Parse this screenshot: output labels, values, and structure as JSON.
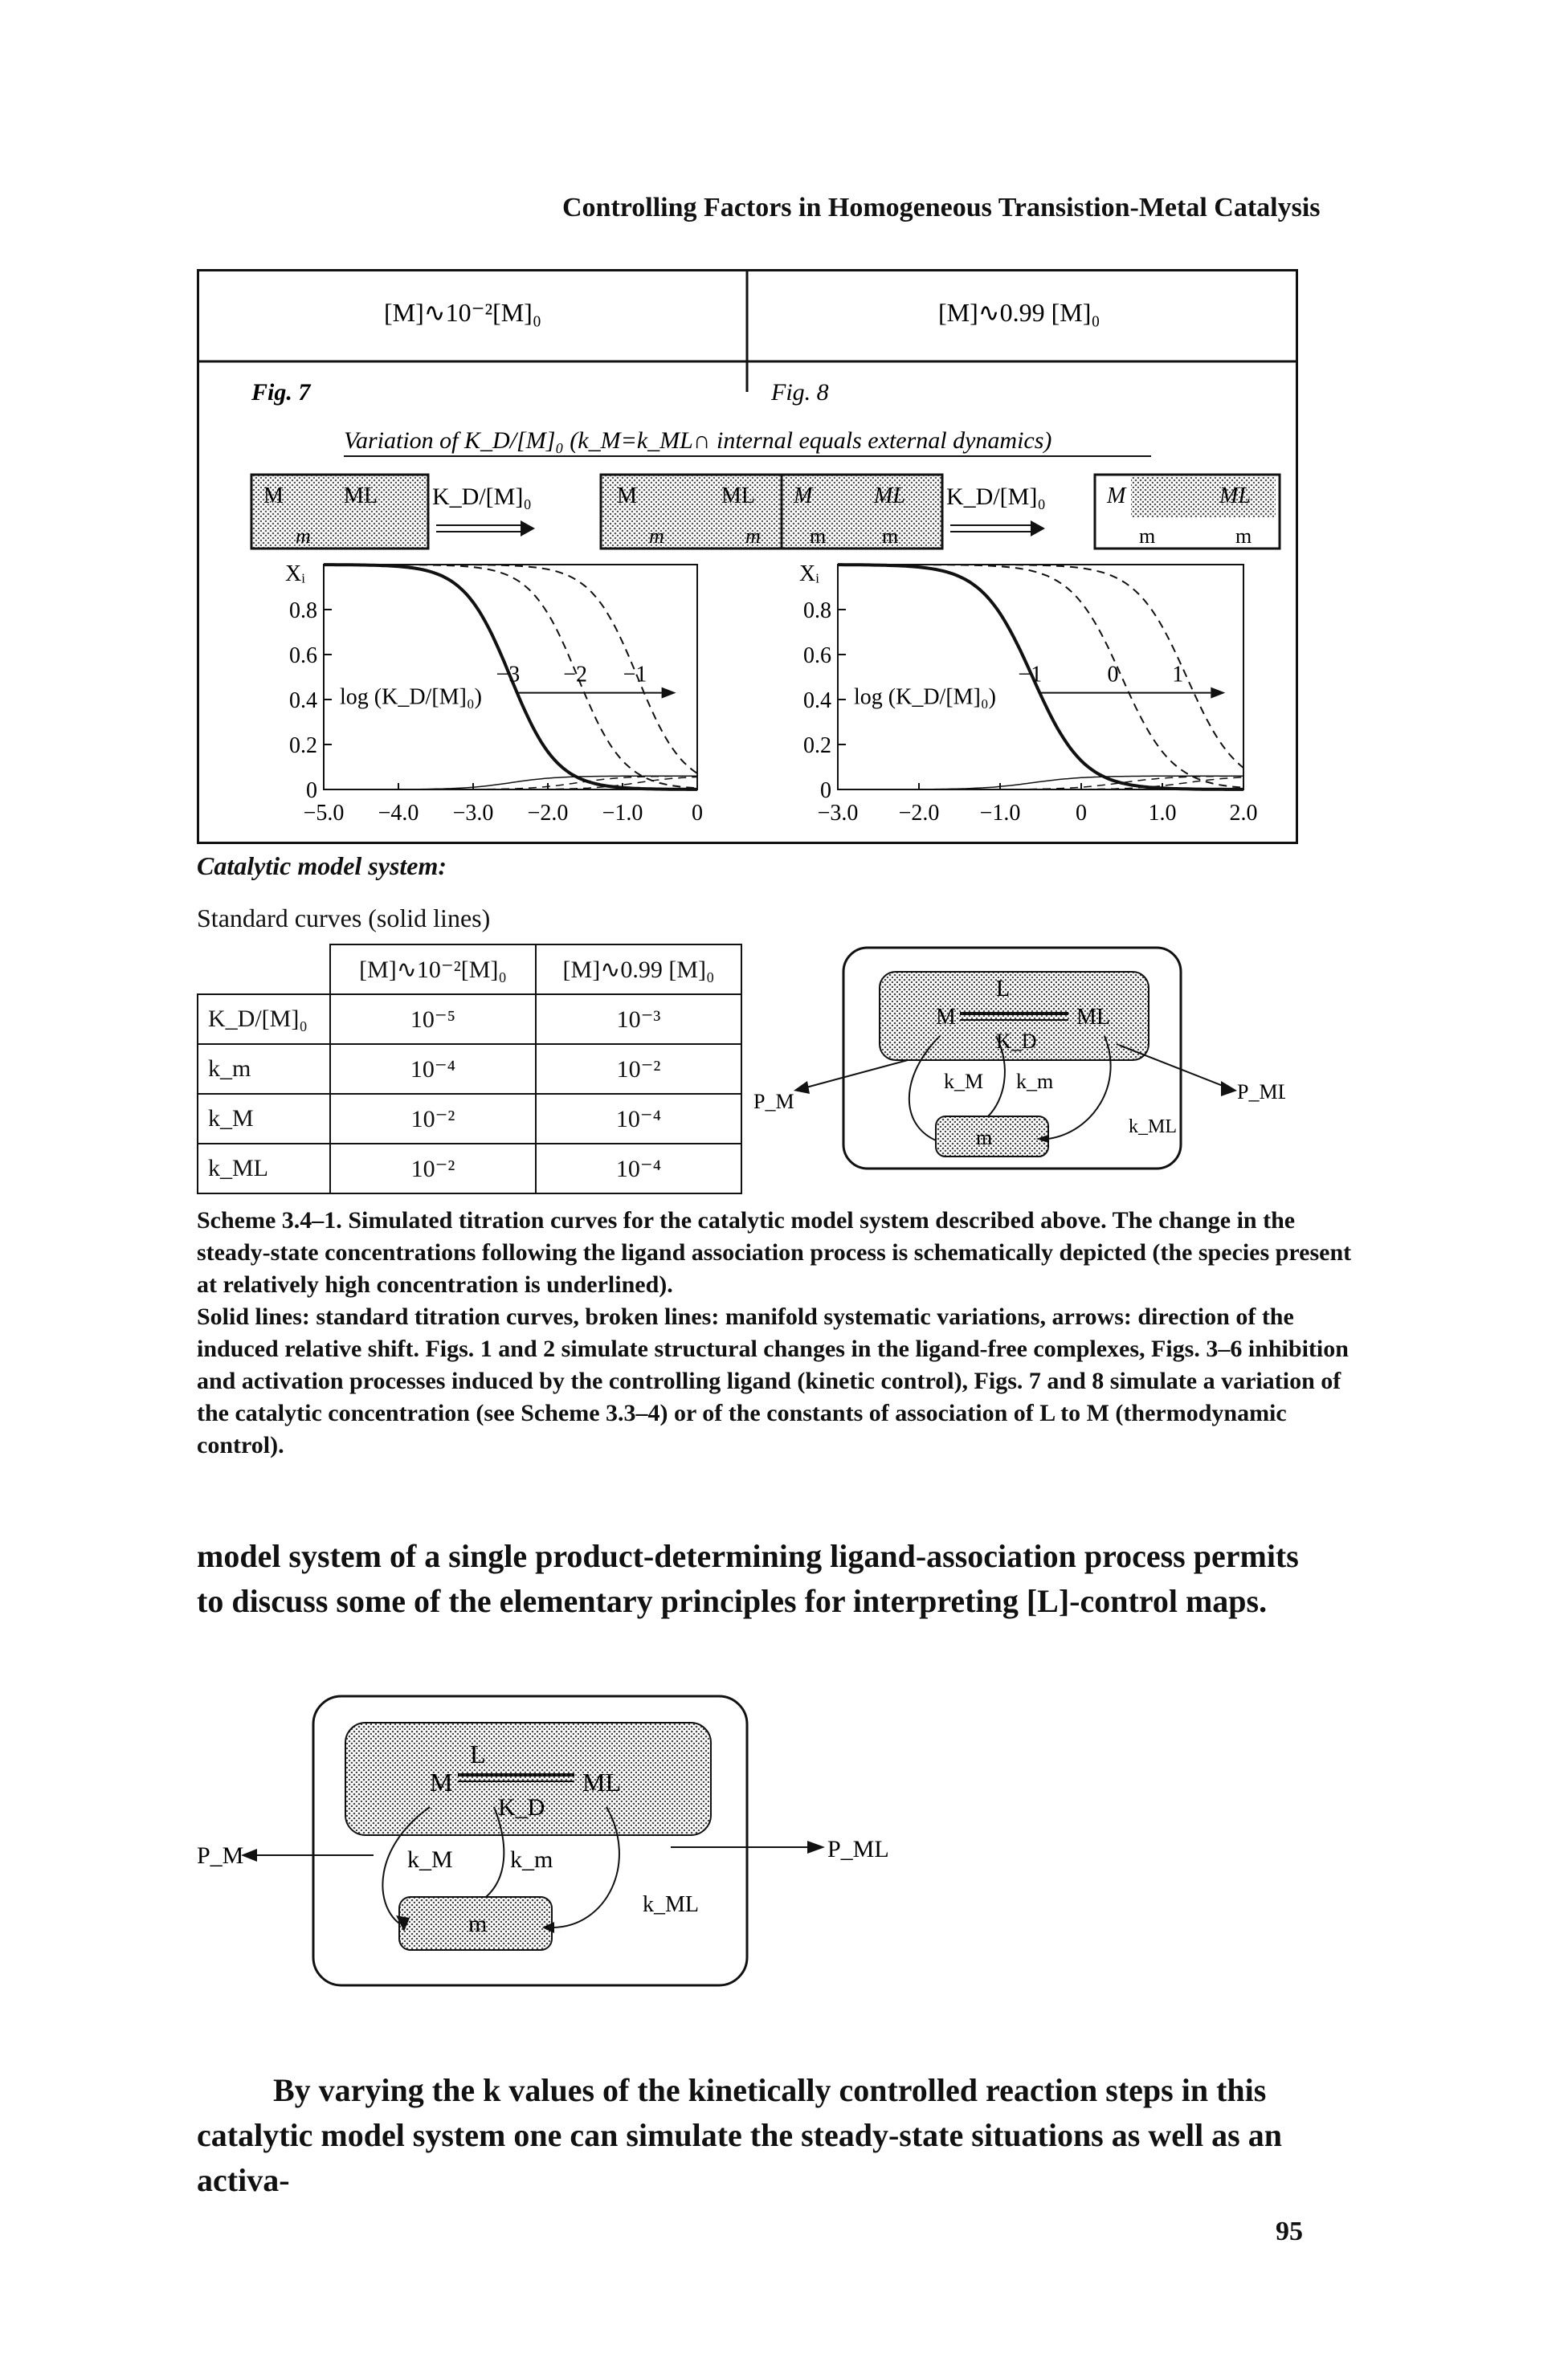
{
  "page": {
    "header": "Controlling Factors in Homogeneous Transistion-Metal Catalysis",
    "page_number": "95"
  },
  "figure": {
    "col_left_title": "[M]∿10⁻²[M]₀",
    "col_right_title": "[M]∿0.99 [M]₀",
    "fig7_label": "Fig. 7",
    "fig8_label": "Fig. 8",
    "variation_title": "Variation of K_D/[M]₀ (k_M=k_ML∩ internal equals external dynamics)",
    "schema_kd_label": "K_D/[M]₀",
    "schema_species": {
      "M": "M",
      "ML": "ML",
      "m": "m"
    },
    "left_plot": {
      "yaxis_label": "Xᵢ",
      "y_ticks": [
        "0.8",
        "0.6",
        "0.4",
        "0.2",
        "0"
      ],
      "x_ticks": [
        "−5.0",
        "−4.0",
        "−3.0",
        "−2.0",
        "−1.0",
        "0"
      ],
      "inner_label": "log (K_D/[M]₀)",
      "curve_labels": [
        "−3",
        "−2",
        "−1"
      ]
    },
    "right_plot": {
      "yaxis_label": "Xᵢ",
      "y_ticks": [
        "0.8",
        "0.6",
        "0.4",
        "0.2",
        "0"
      ],
      "x_ticks": [
        "−3.0",
        "−2.0",
        "−1.0",
        "0",
        "1.0",
        "2.0"
      ],
      "inner_label": "log (K_D/[M]₀)",
      "curve_labels": [
        "−1",
        "0",
        "1"
      ]
    }
  },
  "chart_data": [
    {
      "type": "line",
      "title": "Fig. 7",
      "xlabel": "",
      "ylabel": "Xᵢ",
      "xlim": [
        -5.0,
        0
      ],
      "ylim": [
        0,
        1.0
      ],
      "x_ticks": [
        -5.0,
        -4.0,
        -3.0,
        -2.0,
        -1.0,
        0
      ],
      "y_ticks": [
        0,
        0.2,
        0.4,
        0.6,
        0.8
      ],
      "series": [
        {
          "name": "−3",
          "style": "solid",
          "midpoint": -2.5
        },
        {
          "name": "−2",
          "style": "dashed",
          "midpoint": -1.6
        },
        {
          "name": "−1",
          "style": "dashed",
          "midpoint": -0.8
        }
      ],
      "annotation": "log (K_D/[M]₀)"
    },
    {
      "type": "line",
      "title": "Fig. 8",
      "xlabel": "",
      "ylabel": "Xᵢ",
      "xlim": [
        -3.0,
        2.0
      ],
      "ylim": [
        0,
        1.0
      ],
      "x_ticks": [
        -3.0,
        -2.0,
        -1.0,
        0,
        1.0,
        2.0
      ],
      "y_ticks": [
        0,
        0.2,
        0.4,
        0.6,
        0.8
      ],
      "series": [
        {
          "name": "−1",
          "style": "solid",
          "midpoint": -0.6
        },
        {
          "name": "0",
          "style": "dashed",
          "midpoint": 0.5
        },
        {
          "name": "1",
          "style": "dashed",
          "midpoint": 1.3
        }
      ],
      "annotation": "log (K_D/[M]₀)"
    },
    {
      "type": "table",
      "title": "Standard curves (solid lines)",
      "columns": [
        "",
        "[M]∿10⁻²[M]₀",
        "[M]∿0.99 [M]₀"
      ],
      "rows": [
        [
          "K_D/[M]₀",
          "10⁻⁵",
          "10⁻³"
        ],
        [
          "k_m",
          "10⁻⁴",
          "10⁻²"
        ],
        [
          "k_M",
          "10⁻²",
          "10⁻⁴"
        ],
        [
          "k_ML",
          "10⁻²",
          "10⁻⁴"
        ]
      ]
    }
  ],
  "model": {
    "label": "Catalytic model system:",
    "standard_curves": "Standard curves (solid lines)",
    "table": {
      "col1": "[M]∿10⁻²[M]₀",
      "col2": "[M]∿0.99 [M]₀",
      "rows": [
        {
          "label": "K_D/[M]₀",
          "v1": "10⁻⁵",
          "v2": "10⁻³"
        },
        {
          "label": "k_m",
          "v1": "10⁻⁴",
          "v2": "10⁻²"
        },
        {
          "label": "k_M",
          "v1": "10⁻²",
          "v2": "10⁻⁴"
        },
        {
          "label": "k_ML",
          "v1": "10⁻²",
          "v2": "10⁻⁴"
        }
      ]
    }
  },
  "scheme": {
    "L": "L",
    "M": "M",
    "ML": "ML",
    "KD": "K_D",
    "kM": "k_M",
    "km": "k_m",
    "kML": "k_ML",
    "m": "m",
    "PM": "P_M",
    "PML": "P_ML"
  },
  "caption": {
    "lead": "Scheme 3.4–1.",
    "p1": "Simulated titration curves for the catalytic model system described above. The change in the steady-state concentrations following the ligand association process is schematically depicted (the species present at relatively high concentration is underlined).",
    "p2": "Solid lines: standard titration curves, broken lines: manifold systematic variations, arrows: direction of the induced relative shift. Figs. 1 and 2 simulate structural changes in the ligand-free complexes, Figs. 3–6 inhibition and activation processes induced by the controlling ligand (kinetic control), Figs. 7 and 8 simulate a variation of the catalytic concentration (see Scheme 3.3–4) or of the constants of association of L to M (thermodynamic control)."
  },
  "body": {
    "para1": "model system of a single product-determining ligand-association process permits to discuss some of the elementary principles for interpreting [L]-control maps.",
    "para2": "By varying the k values of the kinetically controlled reaction steps in this catalytic model system one can simulate the steady-state situations as well as an activa-"
  }
}
